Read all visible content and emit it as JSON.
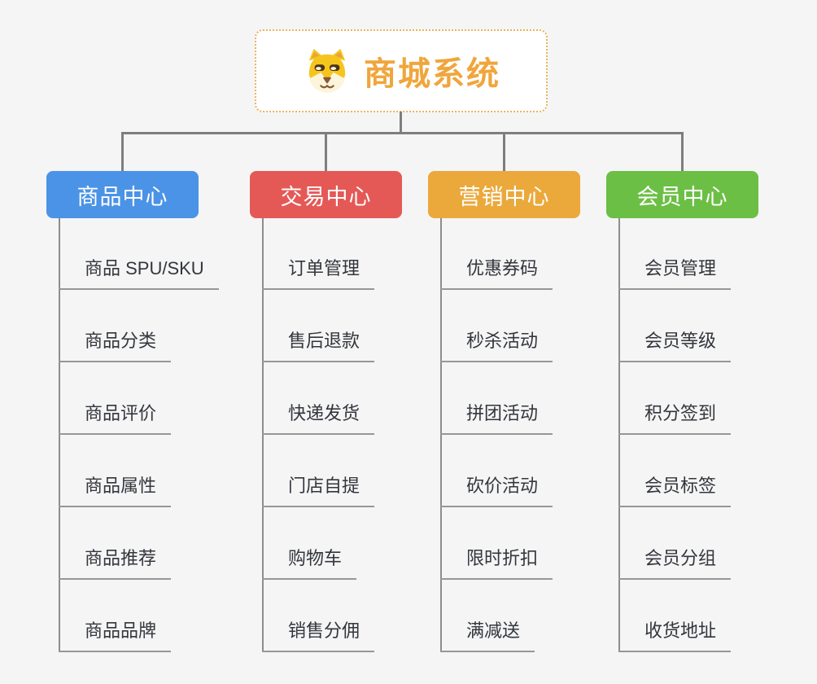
{
  "root": {
    "title": "商城系统",
    "icon": "shiba-dog-icon",
    "title_color": "#f0a63c",
    "border_color": "#e9b25c"
  },
  "connector_color": "#7e7e7e",
  "underline_color": "#979797",
  "branches": [
    {
      "label": "商品中心",
      "color": "#4b93e6",
      "children": [
        "商品 SPU/SKU",
        "商品分类",
        "商品评价",
        "商品属性",
        "商品推荐",
        "商品品牌"
      ]
    },
    {
      "label": "交易中心",
      "color": "#e45956",
      "children": [
        "订单管理",
        "售后退款",
        "快递发货",
        "门店自提",
        "购物车",
        "销售分佣"
      ]
    },
    {
      "label": "营销中心",
      "color": "#eba93c",
      "children": [
        "优惠券码",
        "秒杀活动",
        "拼团活动",
        "砍价活动",
        "限时折扣",
        "满减送"
      ]
    },
    {
      "label": "会员中心",
      "color": "#6cbf45",
      "children": [
        "会员管理",
        "会员等级",
        "积分签到",
        "会员标签",
        "会员分组",
        "收货地址"
      ]
    }
  ]
}
